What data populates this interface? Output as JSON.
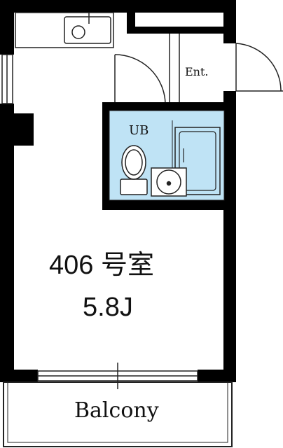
{
  "floor_plan": {
    "room_name": "406 号室",
    "room_size": "5.8J",
    "unit_bath_label": "UB",
    "entrance_label": "Ent.",
    "balcony_label": "Balcony"
  },
  "colors": {
    "wall": "#000000",
    "unit_bath_fill": "#bfe3f5",
    "line": "#222222",
    "background": "#ffffff"
  }
}
